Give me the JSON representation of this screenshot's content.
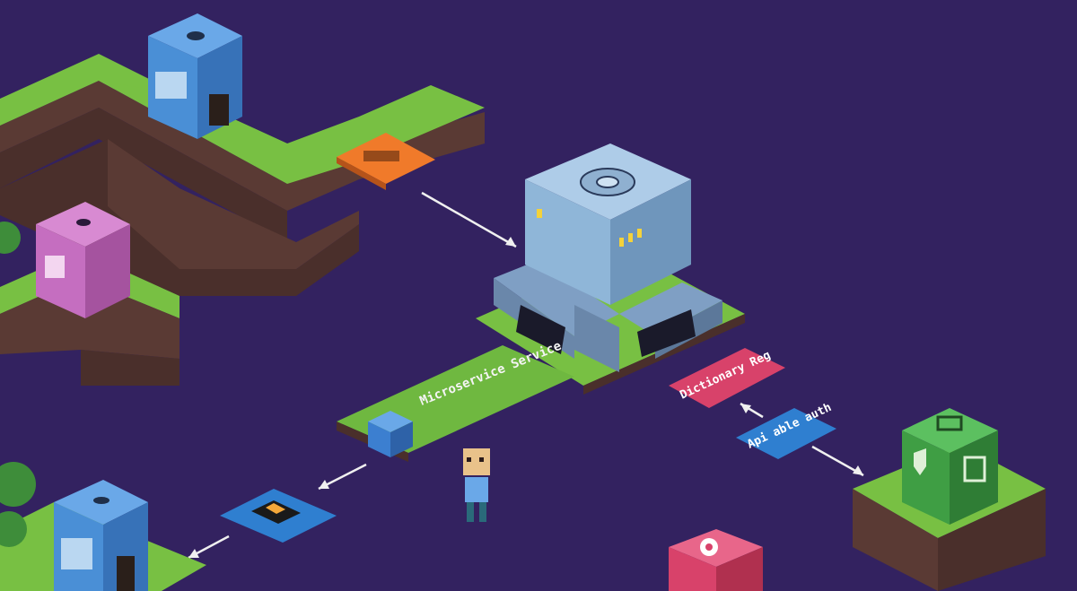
{
  "scene": {
    "background": "#332260",
    "grass_color": "#78c043",
    "dirt_color": "#5a3a34",
    "path_color": "#6fb840"
  },
  "labels": {
    "main_path": "Microservice Service",
    "top_red_sign": "Dictionary Reg",
    "blue_sign": "Api able auth"
  },
  "buildings": [
    {
      "name": "blue-server-top",
      "color": "#4a8fd6"
    },
    {
      "name": "pink-server",
      "color": "#c56ec0"
    },
    {
      "name": "blue-server-bottom",
      "color": "#4a8fd6"
    },
    {
      "name": "central-hub",
      "color": "#8fb6d8"
    },
    {
      "name": "green-security-block",
      "color": "#3f9e44"
    },
    {
      "name": "red-gear-block",
      "color": "#d8426a"
    }
  ],
  "icons": {
    "orange_badge": "orange-keycard-icon",
    "chip": "microchip-icon",
    "cube": "blue-data-cube-icon",
    "character": "pixel-character-icon"
  }
}
